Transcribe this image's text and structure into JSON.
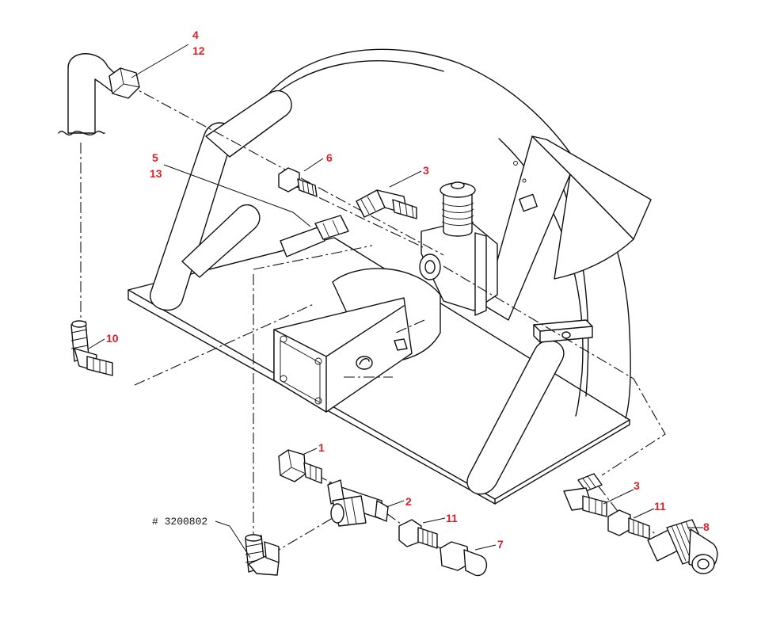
{
  "diagram": {
    "part_number_label": "# 3200802",
    "callouts": [
      {
        "id": "c4",
        "text": "4"
      },
      {
        "id": "c12",
        "text": "12"
      },
      {
        "id": "c6",
        "text": "6"
      },
      {
        "id": "c5",
        "text": "5"
      },
      {
        "id": "c13",
        "text": "13"
      },
      {
        "id": "c3a",
        "text": "3"
      },
      {
        "id": "c10",
        "text": "10"
      },
      {
        "id": "c1",
        "text": "1"
      },
      {
        "id": "c2",
        "text": "2"
      },
      {
        "id": "c11a",
        "text": "11"
      },
      {
        "id": "c7",
        "text": "7"
      },
      {
        "id": "c3b",
        "text": "3"
      },
      {
        "id": "c11b",
        "text": "11"
      },
      {
        "id": "c8",
        "text": "8"
      }
    ]
  }
}
